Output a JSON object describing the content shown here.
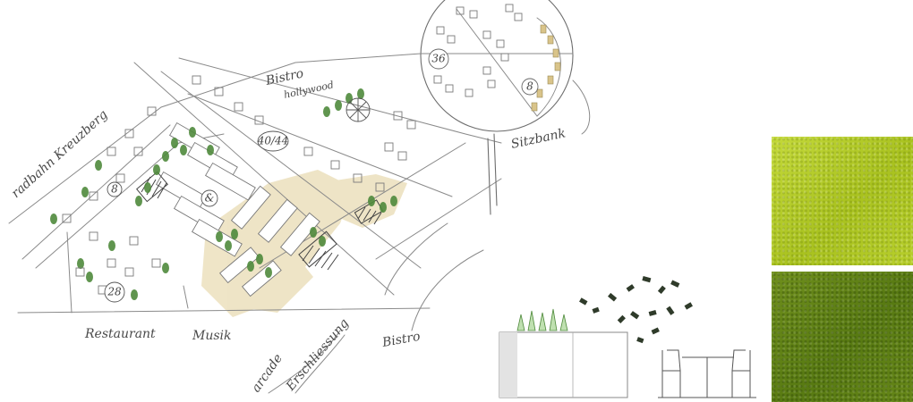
{
  "labels": {
    "street": "radbahn Kreuzberg",
    "bistro_top": "Bistro",
    "bistro_top_sub": "hollywood",
    "sitting": "Sitzbank",
    "restaurant": "Restaurant",
    "music": "Musik",
    "arcade": "arcade",
    "entry": "Erschliessung",
    "bistro_bottom": "Bistro",
    "amp": "&"
  },
  "seat_counts": {
    "plaza": "40/44",
    "circle": "36",
    "circle_small": "8",
    "west": "28",
    "small_a": "8"
  },
  "colors": {
    "pencil": "#8a8a8a",
    "wash": "#e9dcb4",
    "shrub": "#4f8a3c",
    "swatch_light": "#b5cc29",
    "swatch_dark": "#628415"
  },
  "swatches": [
    {
      "name": "light-green-textile"
    },
    {
      "name": "dark-green-textile"
    }
  ]
}
